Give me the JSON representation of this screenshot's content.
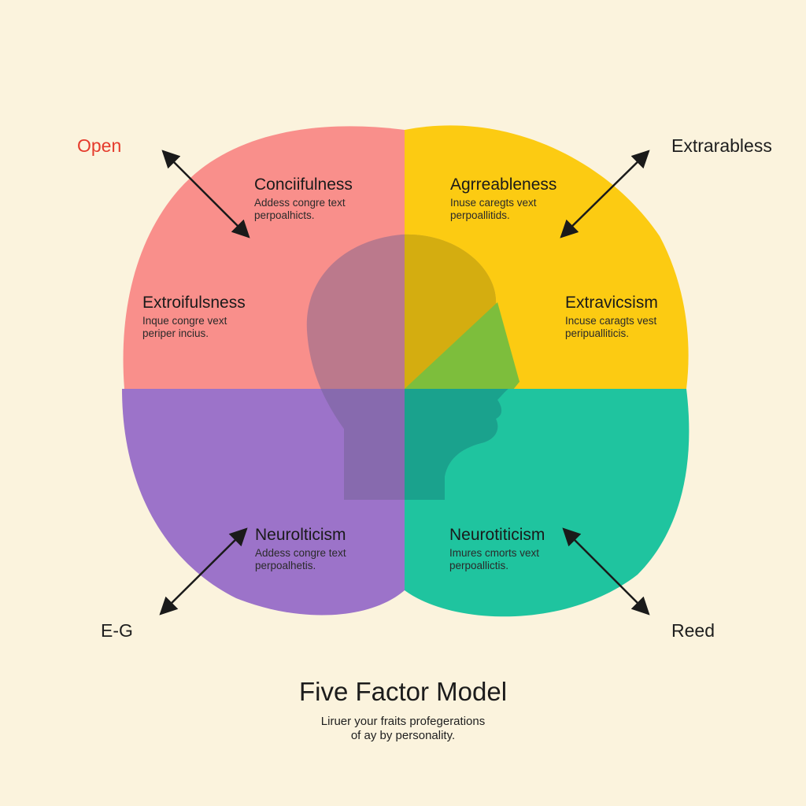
{
  "corner_labels": {
    "top_left": "Open",
    "top_right": "Extrarabless",
    "bottom_left": "E-G",
    "bottom_right": "Reed"
  },
  "quadrants": {
    "top_left_upper": {
      "title": "Conciifulness",
      "lines": [
        "Addess congre text",
        "perpoalhicts."
      ]
    },
    "top_left_lower": {
      "title": "Extroifulsness",
      "lines": [
        "Inque congre vext",
        "periper incius."
      ]
    },
    "top_right_upper": {
      "title": "Agrreableness",
      "lines": [
        "Inuse caregts vext",
        "perpoallitids."
      ]
    },
    "top_right_lower": {
      "title": "Extravicsism",
      "lines": [
        "Incuse caragts vest",
        "peripualliticis."
      ]
    },
    "bottom_left": {
      "title": "Neurolticism",
      "lines": [
        "Addess congre text",
        "perpoalhetis."
      ]
    },
    "bottom_right": {
      "title": "Neurotiticism",
      "lines": [
        "Imures cmorts vext",
        "perpoallictis."
      ]
    }
  },
  "footer": {
    "title": "Five Factor Model",
    "subtitle_lines": [
      "Liruer your fraits profegerations",
      "of ay by personality."
    ]
  },
  "colors": {
    "background": "#fbf3dd",
    "top_left": "#f98f8b",
    "top_right": "#fccb12",
    "bottom_left": "#9c73c9",
    "bottom_right": "#1fc49f",
    "open_label": "#e53b2c"
  }
}
